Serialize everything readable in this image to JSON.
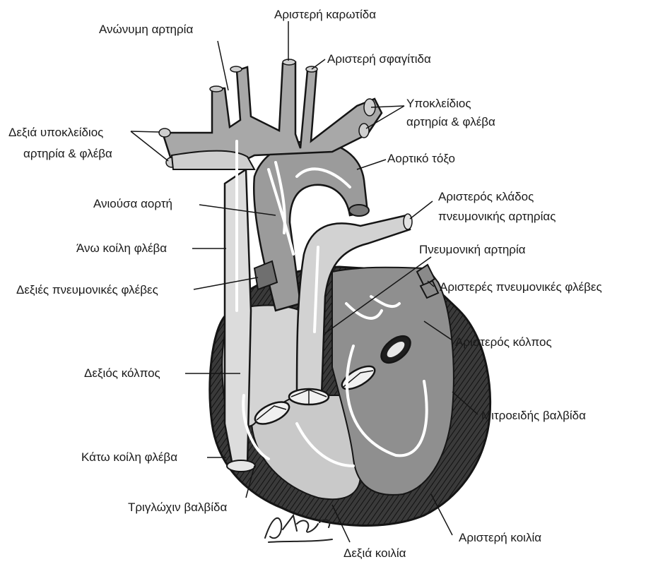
{
  "labels": {
    "innominate_artery": "Ανώνυμη αρτηρία",
    "left_carotid": "Αριστερή καρωτίδα",
    "left_subclavian": "Αριστερή σφαγίτιδα",
    "subclavian_artery_vein_line1": "Υποκλείδιος",
    "subclavian_artery_vein_line2": "αρτηρία & φλέβα",
    "right_subclavian_line1": "Δεξιά υποκλείδιος",
    "right_subclavian_line2": "αρτηρία & φλέβα",
    "aortic_arch": "Αορτικό τόξο",
    "ascending_aorta": "Ανιούσα αορτή",
    "left_pulmonary_branch_line1": "Αριστερός κλάδος",
    "left_pulmonary_branch_line2": "πνευμονικής αρτηρίας",
    "superior_vena_cava": "Άνω κοίλη φλέβα",
    "pulmonary_artery": "Πνευμονική αρτηρία",
    "right_pulmonary_veins": "Δεξιές πνευμονικές φλέβες",
    "left_pulmonary_veins": "Αριστερές πνευμονικές φλέβες",
    "left_atrium": "Αριστερός κόλπος",
    "right_atrium": "Δεξιός κόλπος",
    "mitral_valve": "Μιτροειδής βαλβίδα",
    "inferior_vena_cava": "Κάτω κοίλη φλέβα",
    "tricuspid_valve": "Τριγλώχιν βαλβίδα",
    "left_ventricle": "Αριστερή κοιλία",
    "right_ventricle": "Δεξιά κοιλία"
  },
  "colors": {
    "outline": "#151515",
    "light_fill": "#d9d9d9",
    "mid_fill": "#9e9e9e",
    "dark_fill": "#5a5a5a",
    "flow_arrow": "#ffffff"
  }
}
